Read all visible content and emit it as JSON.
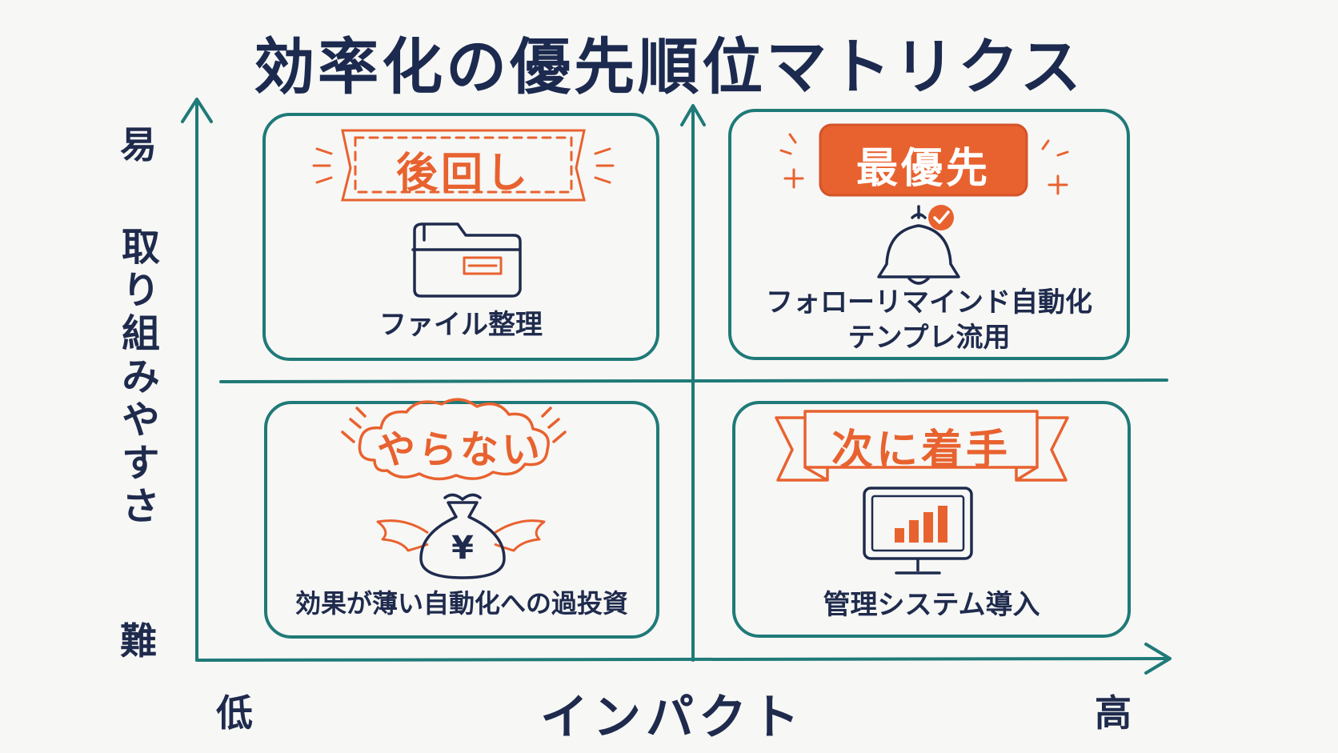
{
  "title": "効率化の優先順位マトリクス",
  "axes": {
    "y_label": "取り組みやすさ",
    "y_top": "易",
    "y_bottom": "難",
    "x_label": "インパクト",
    "x_low": "低",
    "x_high": "高"
  },
  "quadrants": {
    "top_left": {
      "badge": "後回し",
      "items": [
        "ファイル整理"
      ],
      "icon": "folder-icon"
    },
    "top_right": {
      "badge": "最優先",
      "items": [
        "フォローリマインド自動化",
        "テンプレ流用"
      ],
      "icon": "bell-check-icon"
    },
    "bottom_left": {
      "badge": "やらない",
      "items": [
        "効果が薄い自動化への過投資"
      ],
      "icon": "flying-money-bag-icon",
      "icon_symbol": "¥"
    },
    "bottom_right": {
      "badge": "次に着手",
      "items": [
        "管理システム導入"
      ],
      "icon": "monitor-chart-icon"
    }
  },
  "colors": {
    "teal": "#1f7a78",
    "orange": "#e8622f",
    "navy": "#1f2b4d"
  }
}
